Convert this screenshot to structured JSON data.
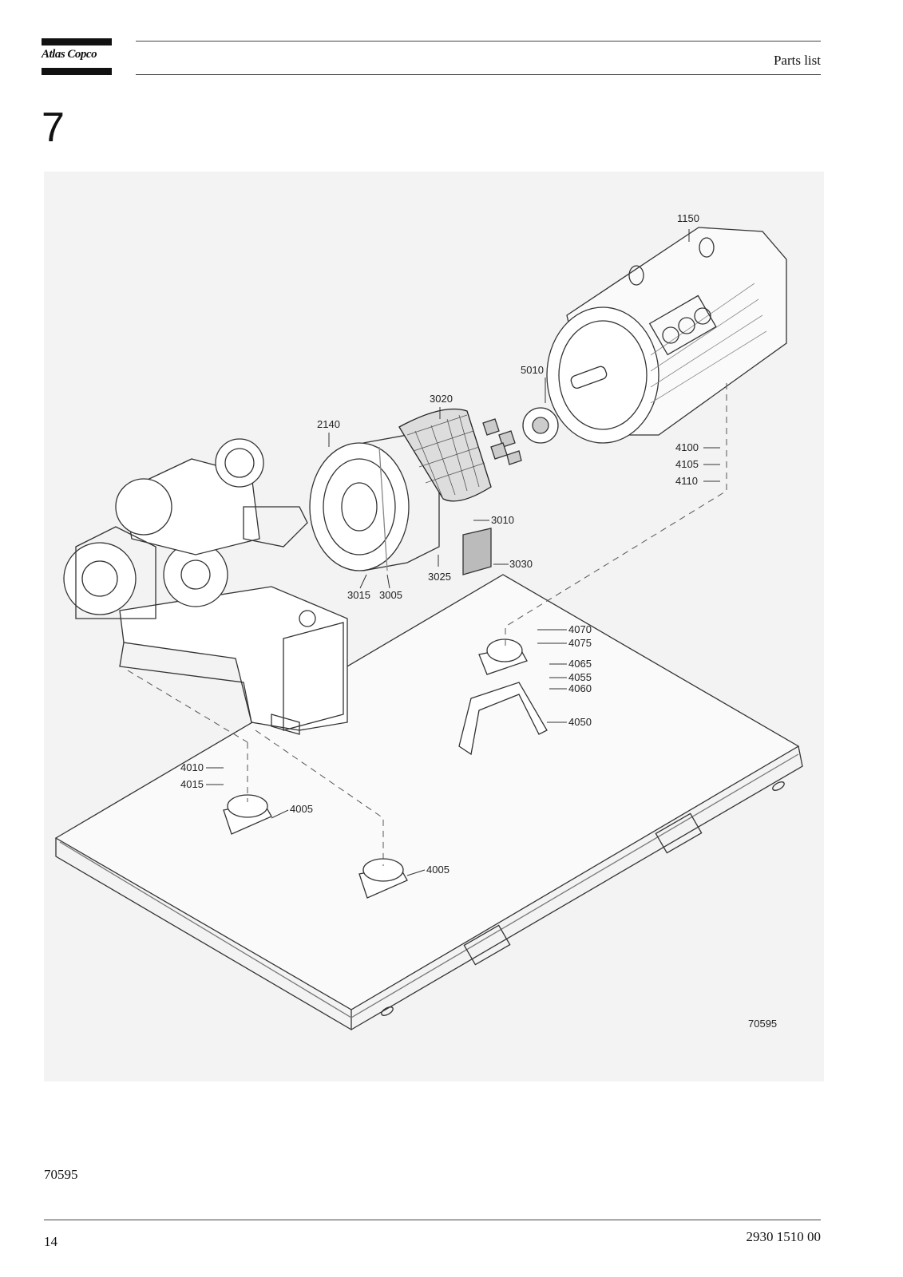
{
  "header": {
    "logo_text": "Atlas Copco",
    "title": "Parts list"
  },
  "chapter": {
    "number": "7"
  },
  "figure": {
    "reference": "70595",
    "callouts": [
      {
        "id": "1150",
        "label": "1150"
      },
      {
        "id": "5010",
        "label": "5010"
      },
      {
        "id": "3020",
        "label": "3020"
      },
      {
        "id": "2140",
        "label": "2140"
      },
      {
        "id": "4100",
        "label": "4100"
      },
      {
        "id": "4105",
        "label": "4105"
      },
      {
        "id": "4110",
        "label": "4110"
      },
      {
        "id": "3010",
        "label": "3010"
      },
      {
        "id": "3030",
        "label": "3030"
      },
      {
        "id": "3025",
        "label": "3025"
      },
      {
        "id": "3015",
        "label": "3015"
      },
      {
        "id": "3005",
        "label": "3005"
      },
      {
        "id": "4070",
        "label": "4070"
      },
      {
        "id": "4075",
        "label": "4075"
      },
      {
        "id": "4065",
        "label": "4065"
      },
      {
        "id": "4055",
        "label": "4055"
      },
      {
        "id": "4060",
        "label": "4060"
      },
      {
        "id": "4050",
        "label": "4050"
      },
      {
        "id": "4010",
        "label": "4010"
      },
      {
        "id": "4015",
        "label": "4015"
      },
      {
        "id": "4005a",
        "label": "4005"
      },
      {
        "id": "4005b",
        "label": "4005"
      }
    ]
  },
  "below_figure_ref": "70595",
  "footer": {
    "page_number": "14",
    "document_number": "2930 1510 00"
  }
}
